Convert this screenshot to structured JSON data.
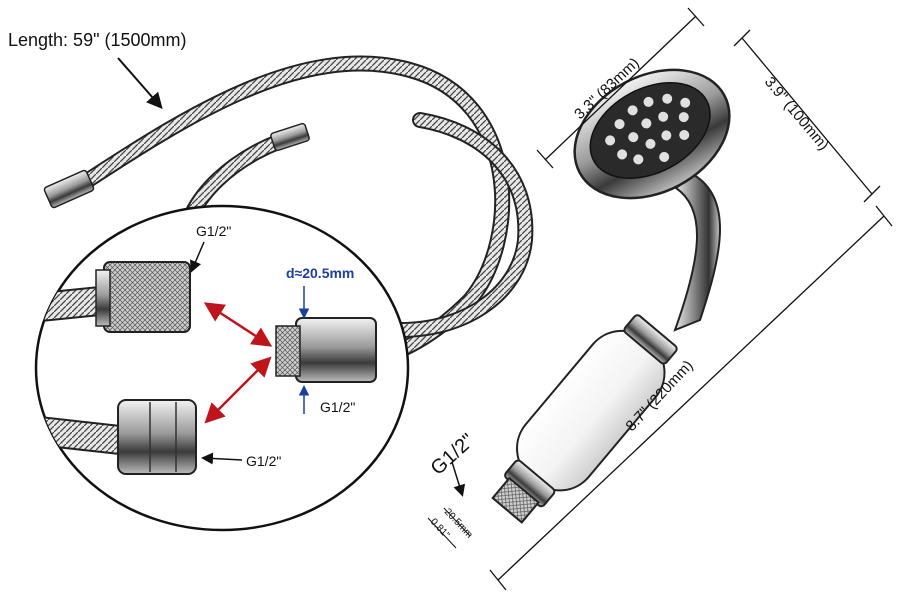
{
  "hose": {
    "length_label": "Length: 59\" (1500mm)"
  },
  "inset": {
    "top_fitting_label": "G1/2\"",
    "bottom_fitting_label": "G1/2\"",
    "adapter_thread_label": "G1/2\"",
    "adapter_diameter_label": "d≈20.5mm",
    "arrow_color": "#c0141c",
    "diameter_color": "#1b3fa0"
  },
  "handset": {
    "head_width_label": "3.3\" (83mm)",
    "head_height_label": "3.9\" (100mm)",
    "total_length_label": "8.7\" (220mm)",
    "thread_label": "G1/2\"",
    "thread_dia_mm_label": "20.5mm",
    "thread_dia_in_label": "0.81\""
  }
}
